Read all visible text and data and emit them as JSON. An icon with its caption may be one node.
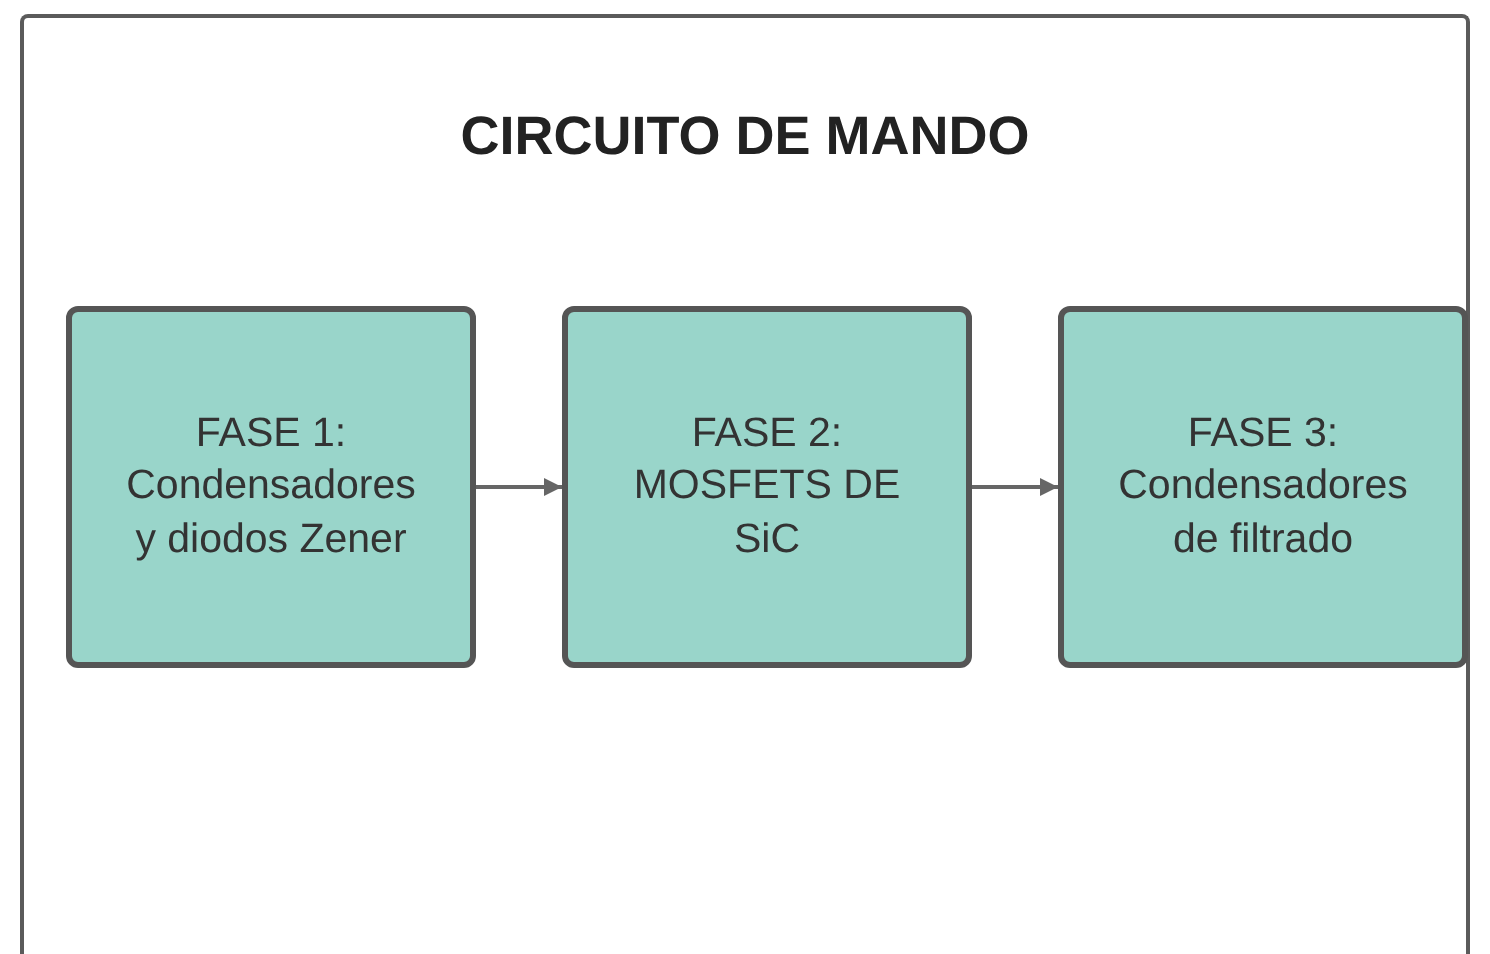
{
  "diagram": {
    "nodes": [
      {
        "text": [
          "CIRCUITO DE MANDO"
        ]
      },
      {
        "text": [
          "FASE 1: Condensadores y diodos Zener"
        ],
        "in": 0
      },
      {
        "text": [
          "FASE 2: MOSFETS DE SiC"
        ],
        "in": 0
      },
      {
        "text": [
          "FASE 3: Condensadores de filtrado"
        ],
        "in": 0
      }
    ],
    "edges": [
      {
        "from": 1,
        "to": 2,
        "arrow": "to"
      },
      {
        "from": 2,
        "to": 3,
        "arrow": "to"
      }
    ]
  }
}
